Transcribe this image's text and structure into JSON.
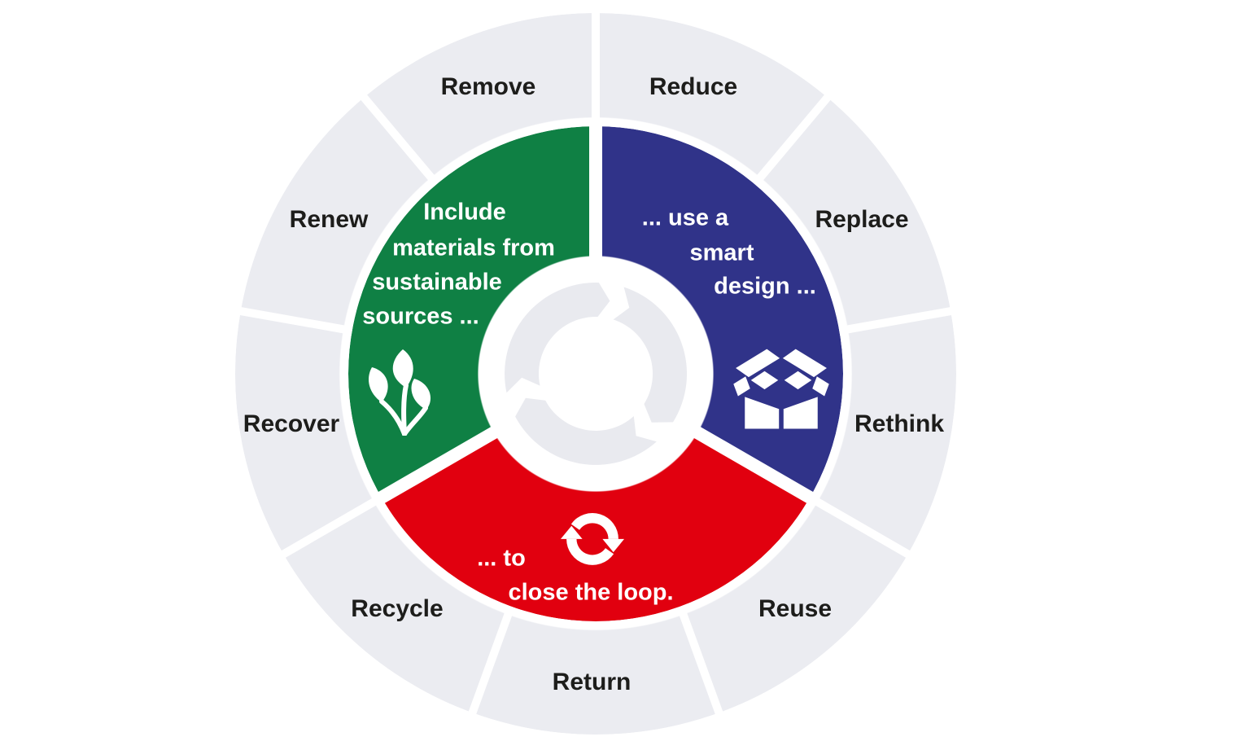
{
  "diagram": {
    "type": "circular-economy-wheel",
    "outer_ring": {
      "segments": [
        {
          "label": "Remove"
        },
        {
          "label": "Reduce"
        },
        {
          "label": "Replace"
        },
        {
          "label": "Rethink"
        },
        {
          "label": "Reuse"
        },
        {
          "label": "Return"
        },
        {
          "label": "Recycle"
        },
        {
          "label": "Recover"
        },
        {
          "label": "Renew"
        }
      ]
    },
    "inner_ring": {
      "segments": [
        {
          "name": "sustainable-sources",
          "color": "#0F8044",
          "icon": "leaf-icon",
          "lines": [
            "Include",
            "materials from",
            "sustainable",
            "sources ..."
          ]
        },
        {
          "name": "smart-design",
          "color": "#303389",
          "icon": "open-box-icon",
          "lines": [
            "... use a",
            "smart",
            "design ..."
          ]
        },
        {
          "name": "close-the-loop",
          "color": "#E1000F",
          "icon": "sync-arrows-icon",
          "lines": [
            "... to",
            "close the loop."
          ]
        }
      ]
    },
    "center": {
      "icon": "cycle-ring-icon"
    },
    "colors": {
      "green": "#0F8044",
      "blue": "#303389",
      "red": "#E1000F",
      "outer_ring_gray": "#EBECF1",
      "center_cycle_gray": "#E9EAEF",
      "label_dark": "#1D1D1B",
      "divider_white": "#FFFFFF",
      "background": "#FFFFFF"
    }
  }
}
